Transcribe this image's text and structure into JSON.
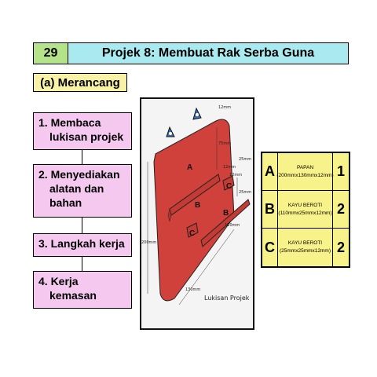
{
  "header": {
    "number": "29",
    "title": "Projek 8: Membuat Rak Serba Guna"
  },
  "section": {
    "label": "(a) Merancang"
  },
  "steps": [
    {
      "line1": "1. Membaca",
      "line2": "lukisan projek",
      "line3": ""
    },
    {
      "line1": "2. Menyediakan",
      "line2": "alatan dan",
      "line3": "bahan"
    },
    {
      "line1": "3. Langkah kerja",
      "line2": "",
      "line3": ""
    },
    {
      "line1": "4. Kerja",
      "line2": "kemasan",
      "line3": ""
    }
  ],
  "drawing": {
    "caption": "Lukisan Projek",
    "parts": {
      "a": "A",
      "b1": "B",
      "b2": "B",
      "c1": "C",
      "c2": "C"
    },
    "dimensions": {
      "d12_top": "12mm",
      "d75": "75mm",
      "d12_mid": "12mm",
      "d25_a": "25mm",
      "d12_c": "12mm",
      "d25_b": "25mm",
      "d110": "110mm",
      "d200": "200mm",
      "d130": "130mm"
    }
  },
  "legend": {
    "rows": [
      {
        "letter": "A",
        "name": "PAPAN",
        "size": "(200mmx130mmx12mm)",
        "qty": "1"
      },
      {
        "letter": "B",
        "name": "KAYU BEROTI",
        "size": "(110mmx25mmx12mm)",
        "qty": "2"
      },
      {
        "letter": "C",
        "name": "KAYU BEROTI",
        "size": "(25mmx25mmx12mm)",
        "qty": "2"
      }
    ]
  },
  "colors": {
    "header_number_bg": "#b5e38a",
    "header_title_bg": "#a8eaf0",
    "section_bg": "#f8f2a6",
    "step_bg": "#f5c8f0",
    "board_red": "#d1413b",
    "hook_blue": "#3a6fb0",
    "legend_bg": "#f7f28a"
  }
}
